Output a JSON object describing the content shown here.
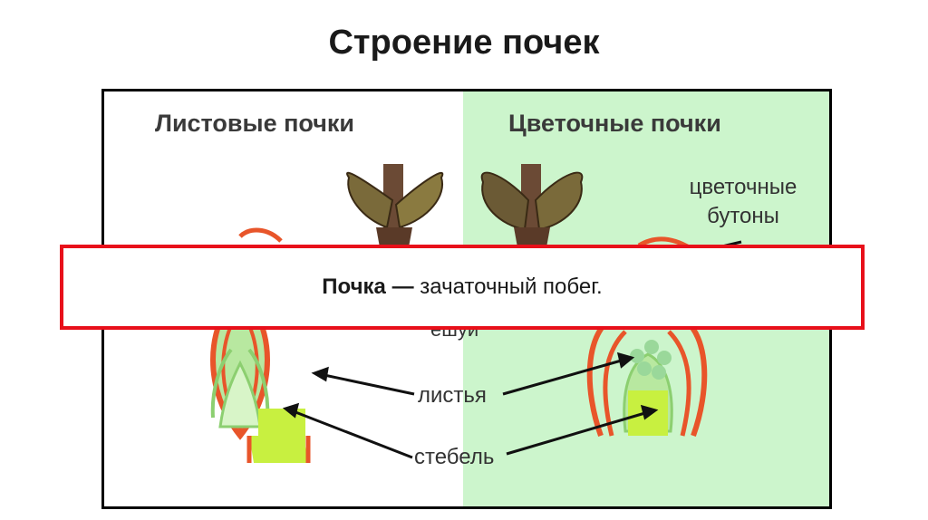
{
  "slide": {
    "title": "Строение почек"
  },
  "figure": {
    "left_title": "Листовые почки",
    "right_title": "Цветочные почки",
    "labels": {
      "flower_buds_line1": "цветочные",
      "flower_buds_line2": "бутоны",
      "scales_fragment": "ешуй",
      "leaves": "листья",
      "stem": "стебель"
    },
    "colors": {
      "right_background": "#ccf5cc",
      "scale_orange": "#e8552a",
      "leaf_green": "#b8e8a0",
      "stem_yellow_green": "#c8f040"
    }
  },
  "callout": {
    "term": "Почка —",
    "definition": " зачаточный побег."
  }
}
